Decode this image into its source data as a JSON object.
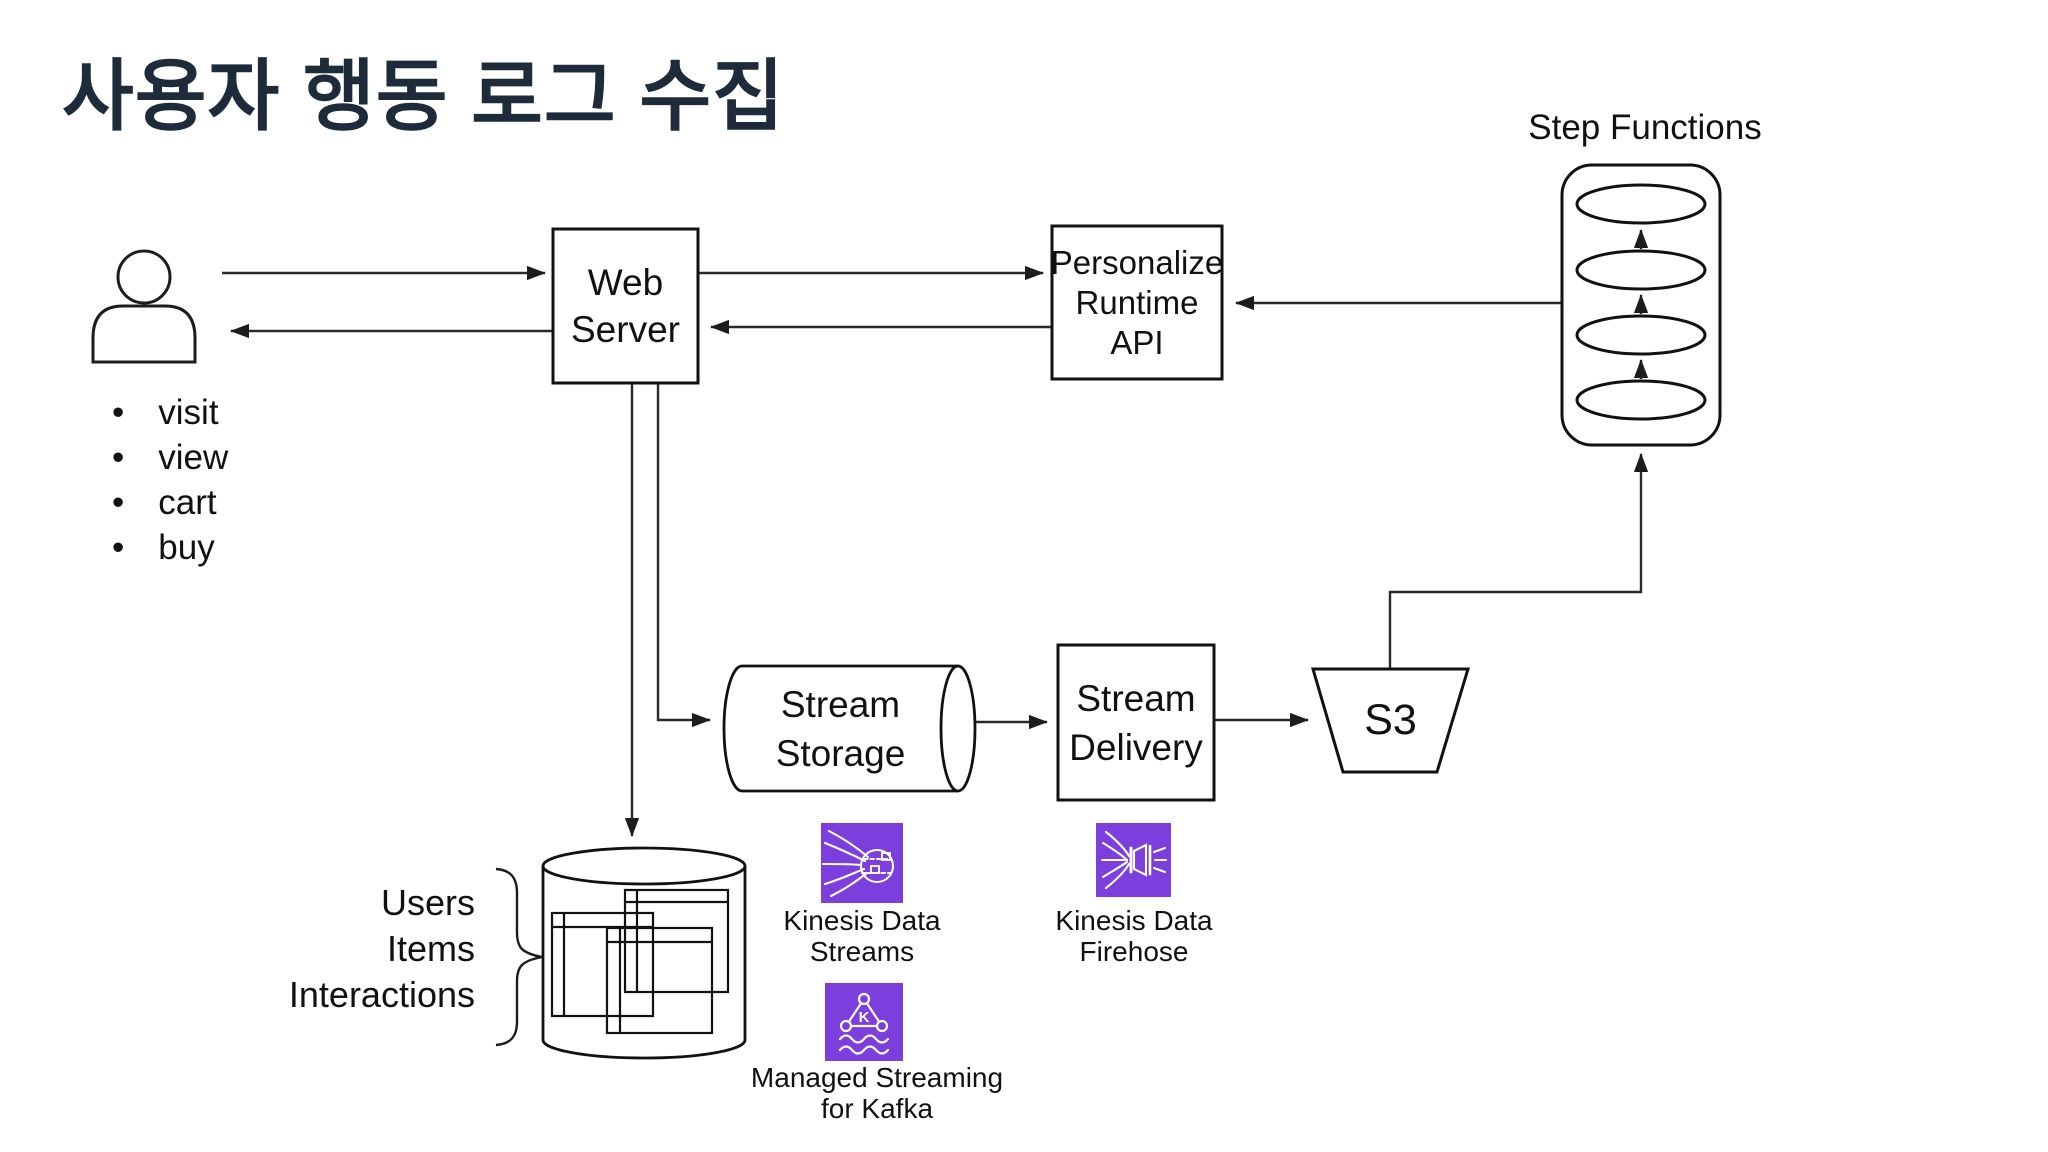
{
  "title": "사용자 행동 로그 수집",
  "user_actions": [
    "visit",
    "view",
    "cart",
    "buy"
  ],
  "nodes": {
    "web_server": {
      "lines": [
        "Web",
        "Server"
      ]
    },
    "personalize_runtime_api": {
      "lines": [
        "Personalize",
        "Runtime",
        "API"
      ]
    },
    "step_functions": {
      "label": "Step Functions"
    },
    "stream_storage": {
      "lines": [
        "Stream",
        "Storage"
      ]
    },
    "stream_delivery": {
      "lines": [
        "Stream",
        "Delivery"
      ]
    },
    "s3": {
      "label": "S3"
    },
    "dataset_store": {
      "labels": [
        "Users",
        "Items",
        "Interactions"
      ]
    }
  },
  "aws_icons": {
    "kinesis_streams": {
      "label_lines": [
        "Kinesis Data",
        "Streams"
      ]
    },
    "kinesis_firehose": {
      "label_lines": [
        "Kinesis Data",
        "Firehose"
      ]
    },
    "msk": {
      "label_lines": [
        "Managed Streaming",
        "for Kafka"
      ],
      "k_glyph": "K"
    }
  },
  "colors": {
    "title_text": "#1D2B3A",
    "aws_purple": "#7C3EDC",
    "diagram_line": "#222222"
  }
}
